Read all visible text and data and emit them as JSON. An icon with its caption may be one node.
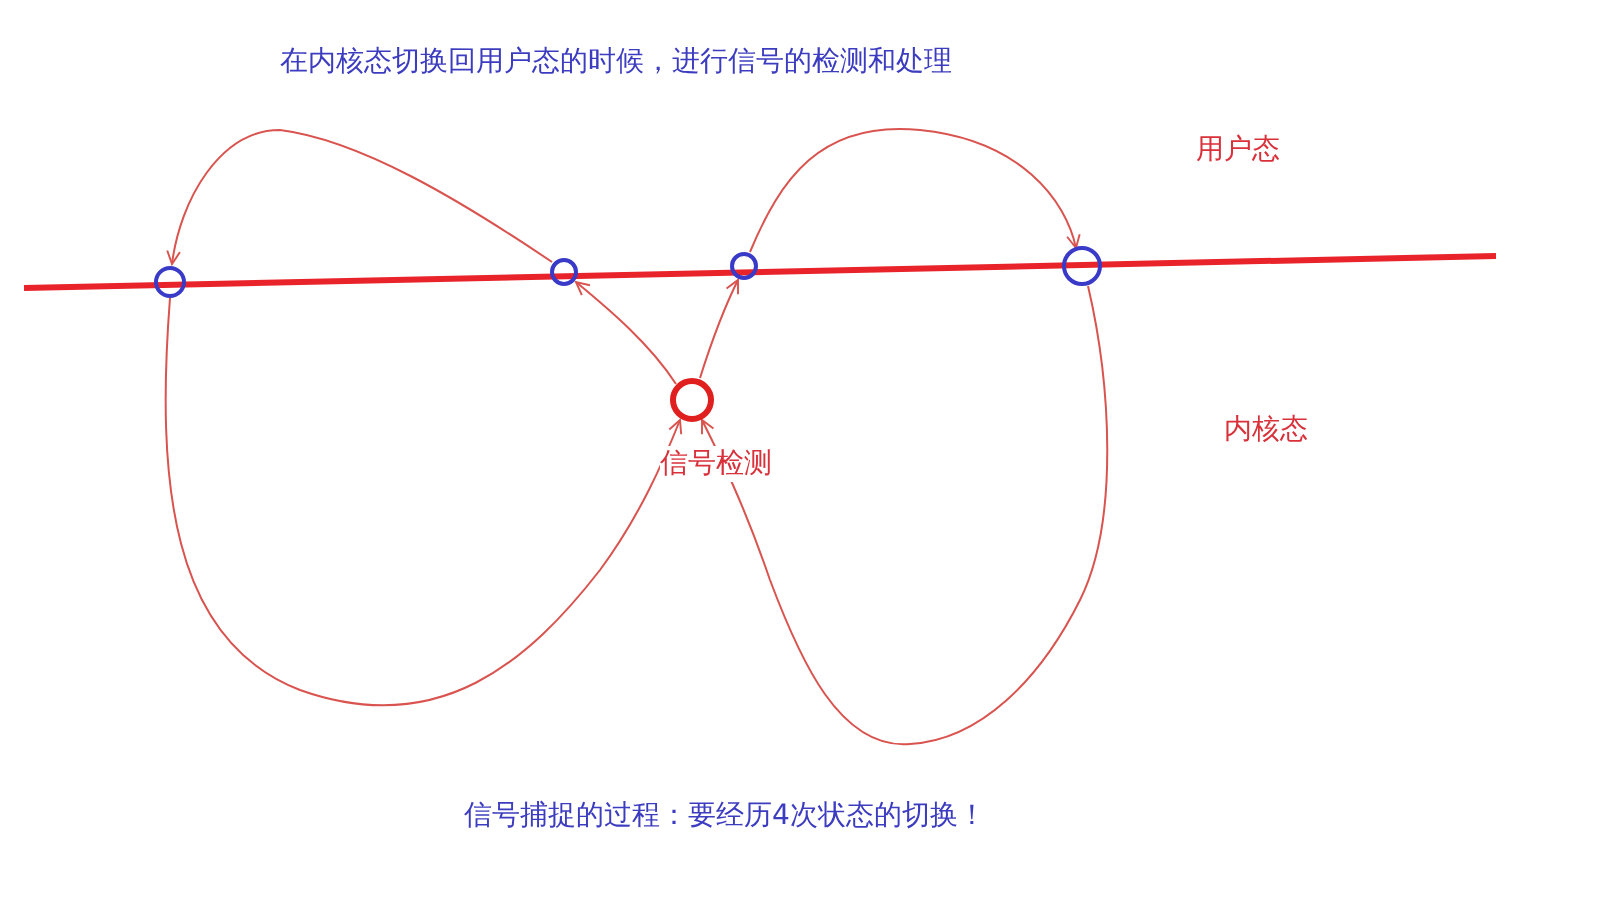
{
  "diagram": {
    "nodes": [
      {
        "text": [],
        "shape": "circle"
      },
      {
        "text": [],
        "shape": "circle"
      },
      {
        "text": [],
        "shape": "circle"
      },
      {
        "text": [],
        "shape": "circle"
      },
      {
        "text": [],
        "shape": "circle",
        "beside": [
          "信号检测"
        ]
      }
    ],
    "edges": [
      {
        "from": 0,
        "to": 4,
        "arrow": "to"
      },
      {
        "from": 4,
        "to": 2,
        "arrow": "to"
      },
      {
        "from": 2,
        "to": 3,
        "arrow": "to"
      },
      {
        "from": 3,
        "to": 4,
        "arrow": "to"
      },
      {
        "from": 4,
        "to": 1,
        "arrow": "to"
      },
      {
        "from": 1,
        "to": 0,
        "arrow": "to"
      }
    ],
    "labels": [
      "在内核态切换回用户态的时候，进行信号的检测和处理",
      "用户态",
      "内核态",
      "信号捕捉的过程：要经历4次状态的切换！"
    ]
  }
}
